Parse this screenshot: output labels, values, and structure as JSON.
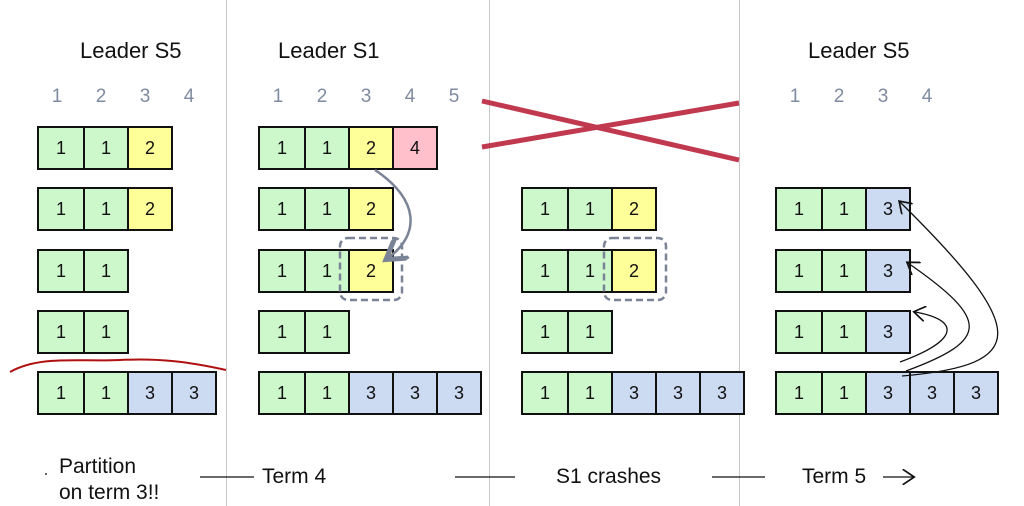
{
  "colors": {
    "term1": "#ccf8cc",
    "term2": "#ffff99",
    "term3": "#ccdaf2",
    "term4": "#ffc0cb",
    "index_text": "#7f8ba0",
    "crash_x": "#c0394f",
    "partition_line": "#b01010",
    "dashed_box": "#7a8496"
  },
  "panels": [
    {
      "title": "Leader S5",
      "indices": [
        "1",
        "2",
        "3",
        "4"
      ],
      "logs": [
        [
          "1",
          "1",
          "2"
        ],
        [
          "1",
          "1",
          "2"
        ],
        [
          "1",
          "1"
        ],
        [
          "1",
          "1"
        ],
        [
          "1",
          "1",
          "3",
          "3"
        ]
      ],
      "annotation": "partition-line-above-S5"
    },
    {
      "title": "Leader S1",
      "indices": [
        "1",
        "2",
        "3",
        "4",
        "5"
      ],
      "logs": [
        [
          "1",
          "1",
          "2",
          "4"
        ],
        [
          "1",
          "1",
          "2"
        ],
        [
          "1",
          "1",
          "2"
        ],
        [
          "1",
          "1"
        ],
        [
          "1",
          "1",
          "3",
          "3",
          "3"
        ]
      ],
      "annotation": "entry-2-replicated-to-S3-highlighted"
    },
    {
      "title": "",
      "indices": [],
      "logs": [
        [],
        [
          "1",
          "1",
          "2"
        ],
        [
          "1",
          "1",
          "2"
        ],
        [
          "1",
          "1"
        ],
        [
          "1",
          "1",
          "3",
          "3",
          "3"
        ]
      ],
      "annotation": "S1-crossed-out-entry-2-highlighted"
    },
    {
      "title": "Leader S5",
      "indices": [
        "1",
        "2",
        "3",
        "4"
      ],
      "logs": [
        [],
        [
          "1",
          "1",
          "3"
        ],
        [
          "1",
          "1",
          "3"
        ],
        [
          "1",
          "1",
          "3"
        ],
        [
          "1",
          "1",
          "3",
          "3",
          "3"
        ]
      ],
      "annotation": "S5-overwrites-index-3-on-followers"
    }
  ],
  "timeline": {
    "partition_label_line1": "Partition",
    "partition_label_line2": "on term 3!!",
    "term4_label": "Term 4",
    "crash_label": "S1 crashes",
    "term5_label": "Term 5"
  }
}
